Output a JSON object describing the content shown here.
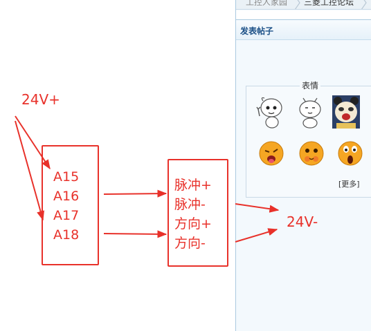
{
  "diagram": {
    "supply_positive": "24V+",
    "supply_negative": "24V-",
    "controller_pins": [
      "A15",
      "A16",
      "A17",
      "A18"
    ],
    "driver_terminals": [
      "脉冲+",
      "脉冲-",
      "方向+",
      "方向-"
    ],
    "accent_color": "#e8312a"
  },
  "forum": {
    "breadcrumbs": [
      "工控人家园",
      "三菱工控论坛"
    ],
    "section_title": "发表帖子",
    "emoji_panel": {
      "legend": "表情",
      "more_label": "[更多]",
      "emojis": [
        "rabbit-wave-icon",
        "rabbit-blank-icon",
        "panda-cry-icon",
        "face-tongue-wink-icon",
        "face-blush-icon",
        "face-shocked-icon"
      ]
    },
    "header_color": "#1a4f86"
  }
}
